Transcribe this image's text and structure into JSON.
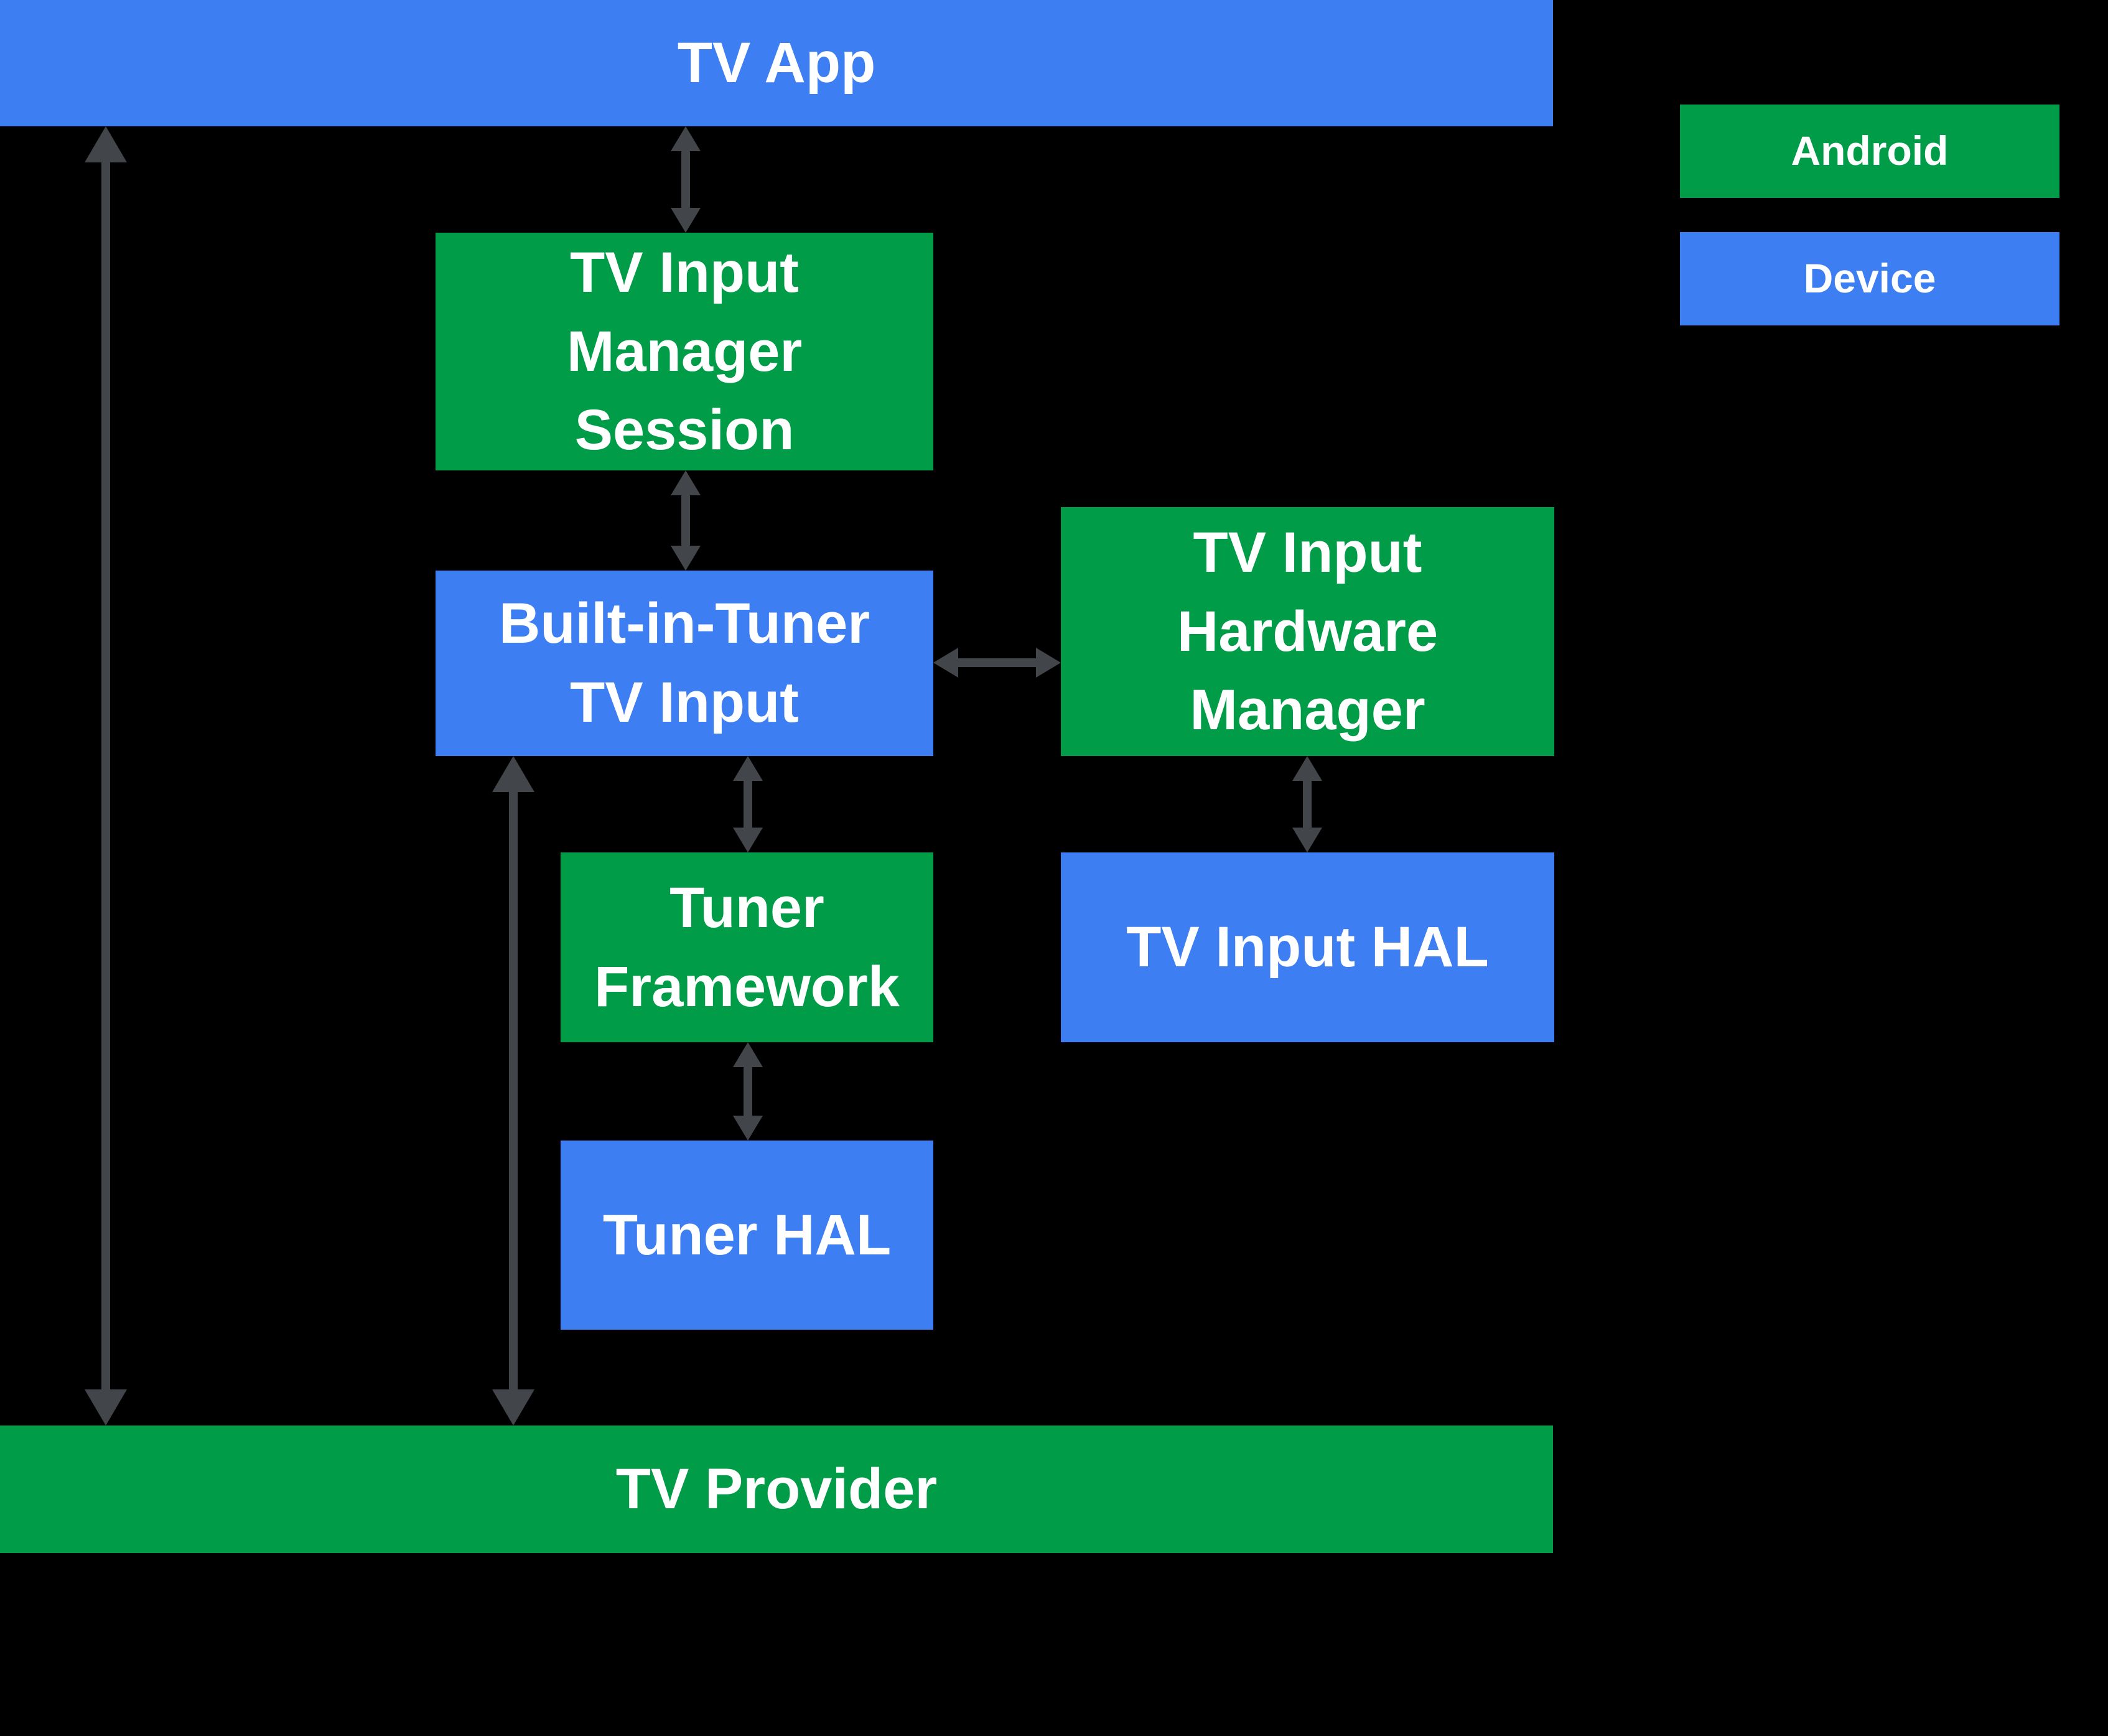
{
  "diagram": {
    "background_color": "#000000",
    "colors": {
      "android_green": "#019C47",
      "device_blue": "#3D7FF2",
      "arrow_gray": "#42454A",
      "label_text": "#FFFFFF"
    },
    "nodes": {
      "tv_app": {
        "label": "TV App",
        "category": "Device"
      },
      "tv_input_manager_session": {
        "label": "TV Input\nManager\nSession",
        "category": "Android"
      },
      "built_in_tuner_tv_input": {
        "label": "Built-in-Tuner\nTV Input",
        "category": "Device"
      },
      "tv_input_hardware_manager": {
        "label": "TV Input\nHardware\nManager",
        "category": "Android"
      },
      "tuner_framework": {
        "label": "Tuner\nFramework",
        "category": "Android"
      },
      "tv_input_hal": {
        "label": "TV Input HAL",
        "category": "Device"
      },
      "tuner_hal": {
        "label": "Tuner HAL",
        "category": "Device"
      },
      "tv_provider": {
        "label": "TV Provider",
        "category": "Android"
      }
    },
    "legend": {
      "android_label": "Android",
      "device_label": "Device"
    },
    "connections": [
      {
        "from": "tv_app",
        "to": "tv_input_manager_session",
        "bidirectional": true
      },
      {
        "from": "tv_input_manager_session",
        "to": "built_in_tuner_tv_input",
        "bidirectional": true
      },
      {
        "from": "built_in_tuner_tv_input",
        "to": "tv_input_hardware_manager",
        "bidirectional": true
      },
      {
        "from": "built_in_tuner_tv_input",
        "to": "tuner_framework",
        "bidirectional": true
      },
      {
        "from": "tuner_framework",
        "to": "tuner_hal",
        "bidirectional": true
      },
      {
        "from": "tv_input_hardware_manager",
        "to": "tv_input_hal",
        "bidirectional": true
      },
      {
        "from": "tv_app",
        "to": "tv_provider",
        "bidirectional": true
      },
      {
        "from": "built_in_tuner_tv_input",
        "to": "tv_provider",
        "bidirectional": true
      }
    ]
  }
}
